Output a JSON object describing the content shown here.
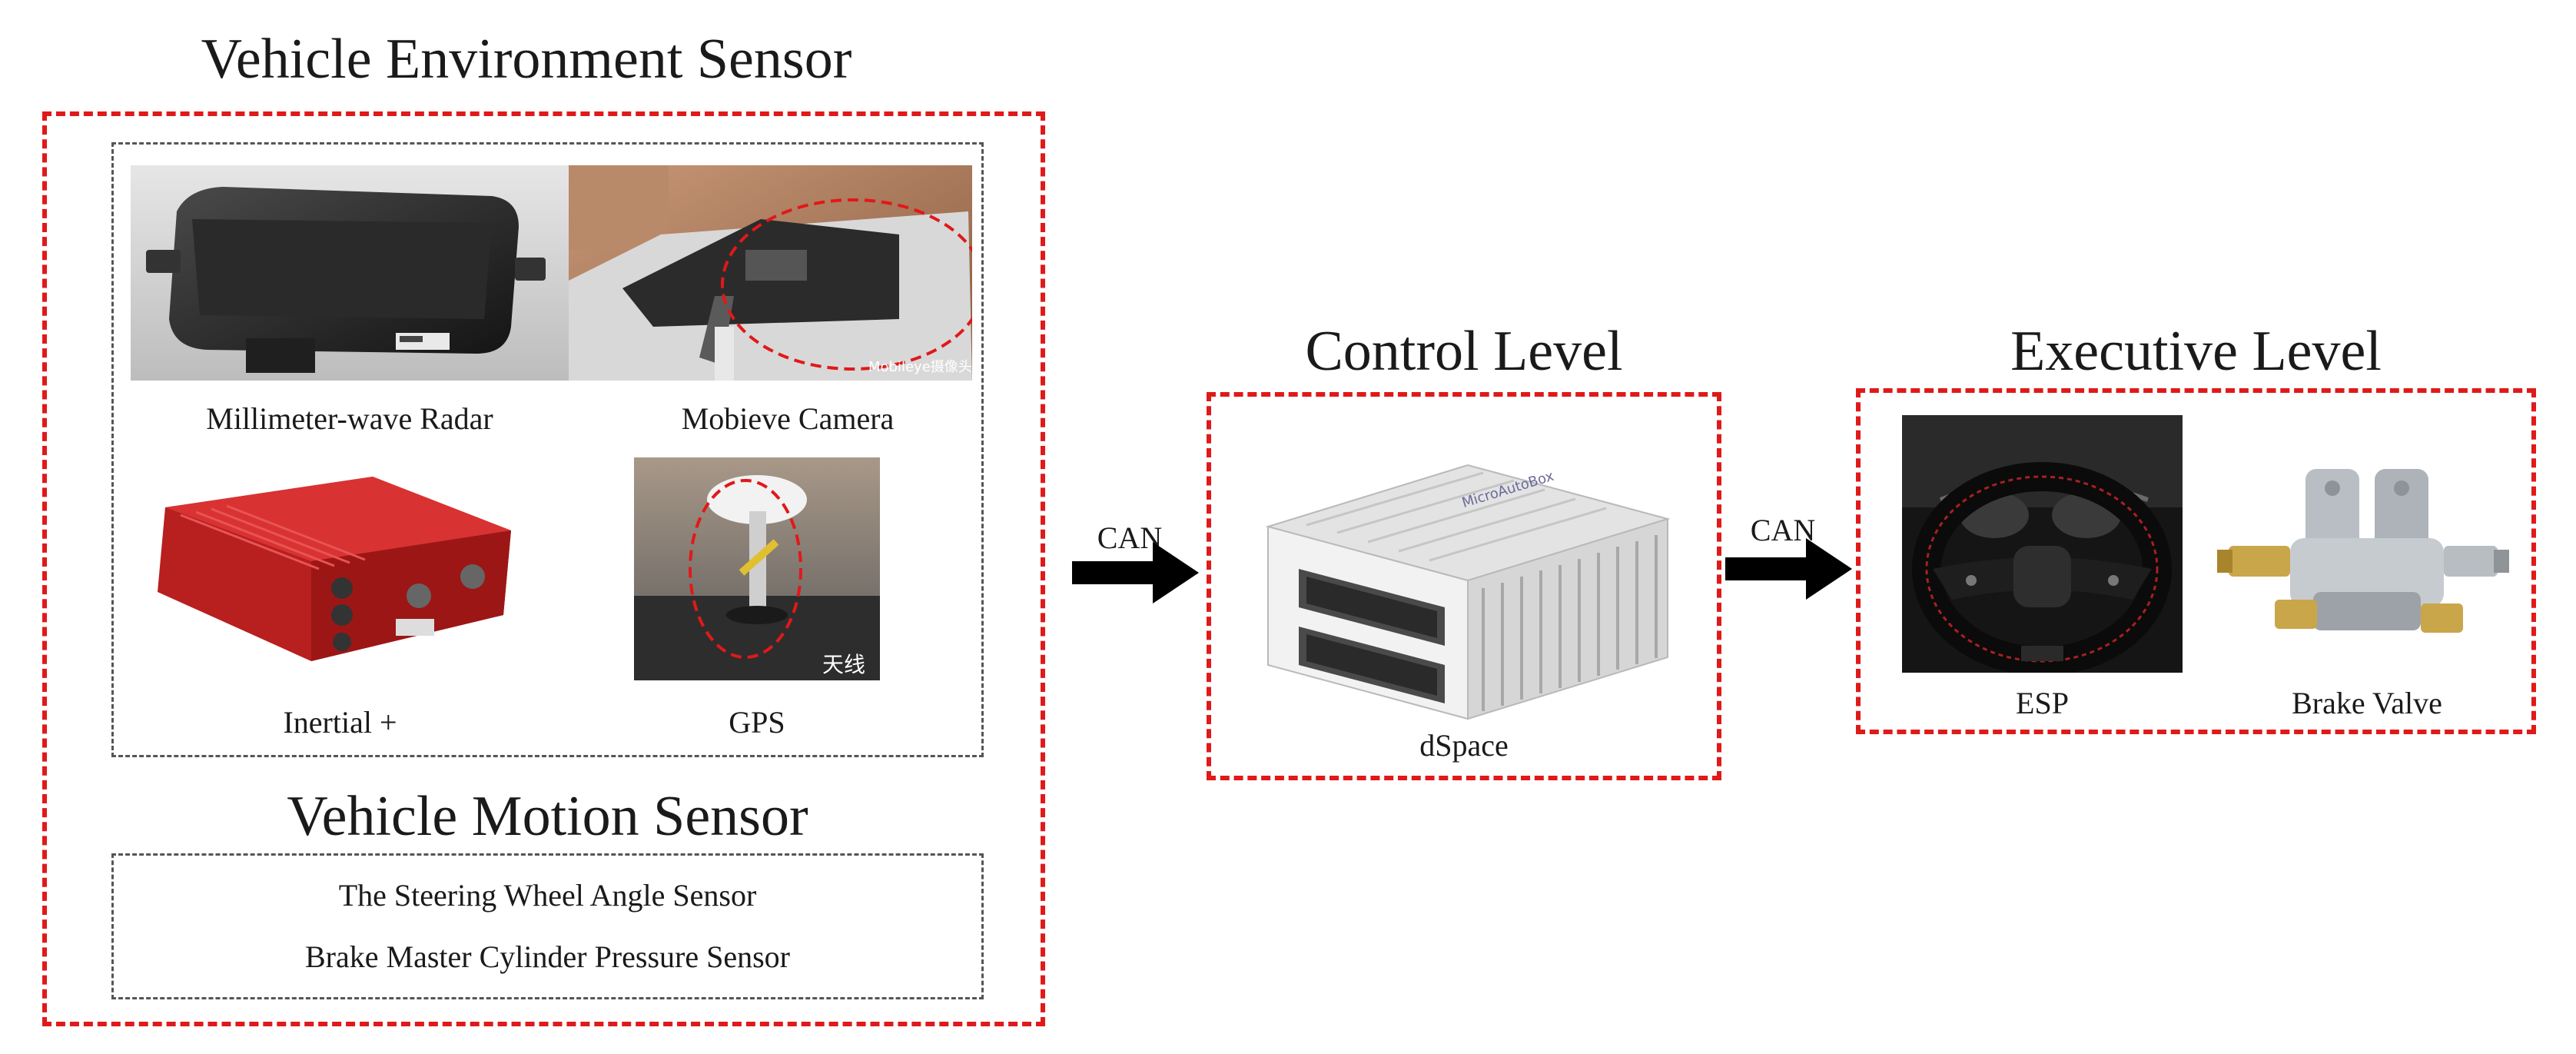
{
  "environment": {
    "title": "Vehicle Environment Sensor",
    "sensors": {
      "radar": "Millimeter-wave Radar",
      "camera": "Mobieve Camera",
      "inertial": "Inertial +",
      "gps": "GPS"
    },
    "camera_watermark": "Mobileye摄像头",
    "gps_watermark": "天线"
  },
  "motion": {
    "title": "Vehicle Motion Sensor",
    "items": [
      "The Steering Wheel Angle Sensor",
      "Brake Master Cylinder Pressure Sensor"
    ]
  },
  "control": {
    "title": "Control Level",
    "device_label": "dSpace",
    "device_brand": "MicroAutoBox"
  },
  "executive": {
    "title": "Executive Level",
    "items": [
      "ESP",
      "Brake Valve"
    ]
  },
  "links": {
    "bus1": "CAN",
    "bus2": "CAN"
  },
  "colors": {
    "red_dash": "#e01919",
    "grey_dash": "#555555",
    "arrow": "#000000"
  }
}
